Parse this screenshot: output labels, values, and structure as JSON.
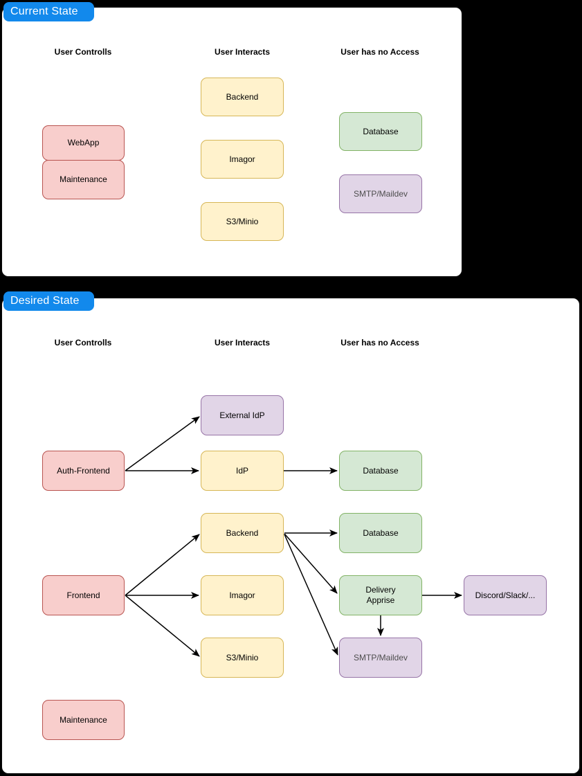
{
  "canvas": {
    "background": "#000000"
  },
  "palette": {
    "canvas_bg": "#000000",
    "panel_bg": "#ffffff",
    "panel_border": "#0a0a0a",
    "tab_bg": "#1289ec",
    "tab_text": "#ffffff",
    "muted_text": "#4d4d4d",
    "red": {
      "fill": "#f8cecc",
      "border": "#b85450"
    },
    "yellow": {
      "fill": "#fff2cc",
      "border": "#d6b656"
    },
    "green": {
      "fill": "#d5e8d4",
      "border": "#82b366"
    },
    "purple": {
      "fill": "#e1d5e7",
      "border": "#9673a6"
    }
  },
  "current": {
    "tab_label": "Current State",
    "headers": {
      "controls": "User Controlls",
      "interacts": "User Interacts",
      "no_access": "User has no Access"
    },
    "nodes": {
      "webapp": {
        "label": "WebApp",
        "color": "red"
      },
      "maintenance": {
        "label": "Maintenance",
        "color": "red"
      },
      "backend": {
        "label": "Backend",
        "color": "yellow"
      },
      "imagor": {
        "label": "Imagor",
        "color": "yellow"
      },
      "s3minio": {
        "label": "S3/Minio",
        "color": "yellow"
      },
      "database": {
        "label": "Database",
        "color": "green"
      },
      "smtp_maildev": {
        "label": "SMTP/Maildev",
        "color": "purple"
      }
    },
    "edges": []
  },
  "desired": {
    "tab_label": "Desired State",
    "headers": {
      "controls": "User Controlls",
      "interacts": "User Interacts",
      "no_access": "User has no Access"
    },
    "nodes": {
      "auth_frontend": {
        "label": "Auth-Frontend",
        "color": "red"
      },
      "external_idp": {
        "label": "External IdP",
        "color": "purple"
      },
      "idp": {
        "label": "IdP",
        "color": "yellow"
      },
      "database_auth": {
        "label": "Database",
        "color": "green"
      },
      "frontend": {
        "label": "Frontend",
        "color": "red"
      },
      "backend": {
        "label": "Backend",
        "color": "yellow"
      },
      "imagor": {
        "label": "Imagor",
        "color": "yellow"
      },
      "s3minio": {
        "label": "S3/Minio",
        "color": "yellow"
      },
      "database_backend": {
        "label": "Database",
        "color": "green"
      },
      "delivery_apprise": {
        "label_line1": "Delivery",
        "label_line2": "Apprise",
        "color": "green"
      },
      "smtp_maildev": {
        "label": "SMTP/Maildev",
        "color": "purple"
      },
      "discord_slack": {
        "label": "Discord/Slack/...",
        "color": "purple"
      },
      "maintenance": {
        "label": "Maintenance",
        "color": "red"
      }
    },
    "edges": [
      {
        "from": "auth_frontend",
        "to": "external_idp"
      },
      {
        "from": "auth_frontend",
        "to": "idp"
      },
      {
        "from": "idp",
        "to": "database_auth"
      },
      {
        "from": "frontend",
        "to": "backend"
      },
      {
        "from": "frontend",
        "to": "imagor"
      },
      {
        "from": "frontend",
        "to": "s3minio"
      },
      {
        "from": "backend",
        "to": "database_backend"
      },
      {
        "from": "backend",
        "to": "delivery_apprise"
      },
      {
        "from": "backend",
        "to": "smtp_maildev"
      },
      {
        "from": "delivery_apprise",
        "to": "discord_slack"
      },
      {
        "from": "delivery_apprise",
        "to": "smtp_maildev"
      }
    ]
  }
}
